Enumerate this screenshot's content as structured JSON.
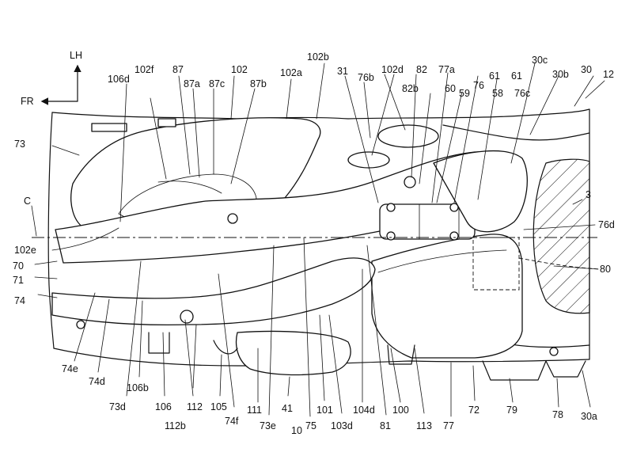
{
  "orientation": {
    "up_label": "LH",
    "left_label": "FR"
  },
  "centerline_label": "C",
  "labels": {
    "l12": "12",
    "l30": "30",
    "l30b": "30b",
    "l30c": "30c",
    "l61a": "61",
    "l61b": "61",
    "l76": "76",
    "l59": "59",
    "l77a": "77a",
    "l82": "82",
    "l102d": "102d",
    "l82b": "82b",
    "l60": "60",
    "l58": "58",
    "l76c": "76c",
    "l102b": "102b",
    "l31": "31",
    "l76b": "76b",
    "l102": "102",
    "l102a": "102a",
    "l102f": "102f",
    "l87": "87",
    "l87a": "87a",
    "l87c": "87c",
    "l87b": "87b",
    "l106d": "106d",
    "l73": "73",
    "l3": "3",
    "l76d": "76d",
    "l80": "80",
    "l102e": "102e",
    "l70": "70",
    "l71": "71",
    "l74": "74",
    "l74e": "74e",
    "l74d": "74d",
    "l73d": "73d",
    "l106b": "106b",
    "l106": "106",
    "l112": "112",
    "l112b": "112b",
    "l105": "105",
    "l74f": "74f",
    "l111": "111",
    "l73e": "73e",
    "l41": "41",
    "l10": "10",
    "l75": "75",
    "l101": "101",
    "l103d": "103d",
    "l104d": "104d",
    "l81": "81",
    "l100": "100",
    "l113": "113",
    "l77": "77",
    "l72": "72",
    "l79": "79",
    "l78": "78",
    "l30a": "30a"
  }
}
